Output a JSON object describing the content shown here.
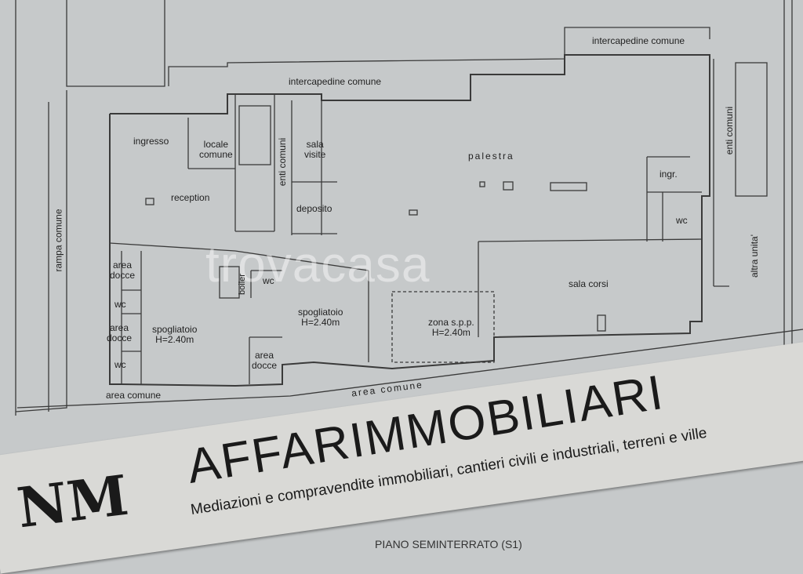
{
  "plan": {
    "rooms": {
      "intercapedine_top_left": "intercapedine comune",
      "intercapedine_top_right": "intercapedine comune",
      "ingresso": "ingresso",
      "locale_comune": [
        "locale",
        "comune"
      ],
      "enti_comuni_left": "enti comuni",
      "sala_visite": [
        "sala",
        "visite"
      ],
      "deposito": "deposito",
      "reception": "reception",
      "palestra": "palestra",
      "ingr": "ingr.",
      "wc_right": "wc",
      "enti_comuni_right": "enti comuni",
      "altra_unita": "altra unita'",
      "rampa_comune": "rampa comune",
      "area_docce_1": [
        "area",
        "docce"
      ],
      "wc_1": "wc",
      "area_docce_2": [
        "area",
        "docce"
      ],
      "wc_2": "wc",
      "spogliatoio_left": [
        "spogliatoio",
        "H=2.40m"
      ],
      "boiler": "boiler",
      "wc_center": "wc",
      "spogliatoio_center": [
        "spogliatoio",
        "H=2.40m"
      ],
      "area_docce_3": [
        "area",
        "docce"
      ],
      "zona_spp": [
        "zona s.p.p.",
        "H=2.40m"
      ],
      "sala_corsi": "sala corsi",
      "area_comune_left": "area comune",
      "area_comune_bottom": "area comune"
    },
    "floor_label": "PIANO SEMINTERRATO (S1)"
  },
  "watermark": "trovacasa",
  "banner": {
    "logo": "NM",
    "brand": "AFFARIMMOBILIARI",
    "tagline": "Mediazioni e compravendite immobiliari, cantieri civili e industriali, terreni e ville"
  },
  "colors": {
    "paper": "#c6c9ca",
    "lines": "#3a3a3a",
    "banner": "#d9d9d6"
  }
}
